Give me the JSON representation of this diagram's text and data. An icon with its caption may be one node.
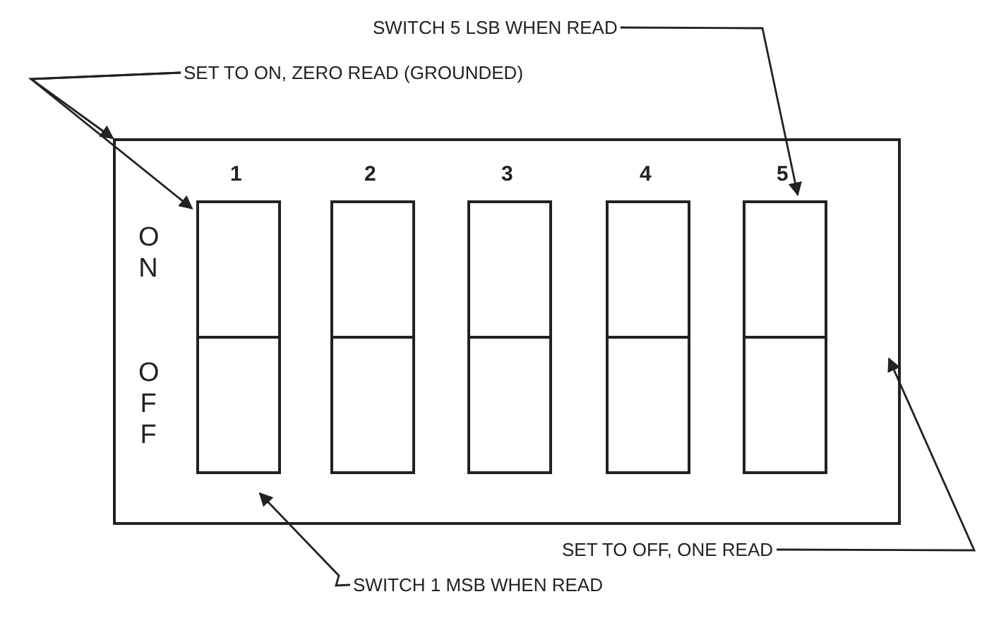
{
  "diagram": {
    "nodes": [
      {
        "text": [
          "SWITCH 5 LSB WHEN READ"
        ]
      },
      {
        "text": [
          "SET TO ON, ZERO READ (GROUNDED)"
        ]
      },
      {
        "text": [],
        "shape": "box"
      },
      {
        "text": [],
        "shape": "box",
        "in": 2,
        "beside": [
          "1"
        ]
      },
      {
        "text": [],
        "shape": "box",
        "in": 2,
        "beside": [
          "2"
        ]
      },
      {
        "text": [],
        "shape": "box",
        "in": 2,
        "beside": [
          "3"
        ]
      },
      {
        "text": [],
        "shape": "box",
        "in": 2,
        "beside": [
          "4"
        ]
      },
      {
        "text": [],
        "shape": "box",
        "in": 2,
        "beside": [
          "5"
        ]
      },
      {
        "text": [
          "SET TO OFF, ONE READ"
        ]
      },
      {
        "text": [
          "SWITCH 1 MSB WHEN READ"
        ]
      }
    ],
    "edges": [
      {
        "from": 0,
        "to": 7,
        "arrow": "to"
      },
      {
        "from": 1,
        "to": 2,
        "arrow": "to"
      },
      {
        "from": 1,
        "to": 3,
        "arrow": "to"
      },
      {
        "from": 8,
        "to": 2,
        "arrow": "to"
      },
      {
        "from": 9,
        "to": 3,
        "arrow": "to"
      }
    ],
    "labels": [
      "ON",
      "OFF"
    ]
  }
}
